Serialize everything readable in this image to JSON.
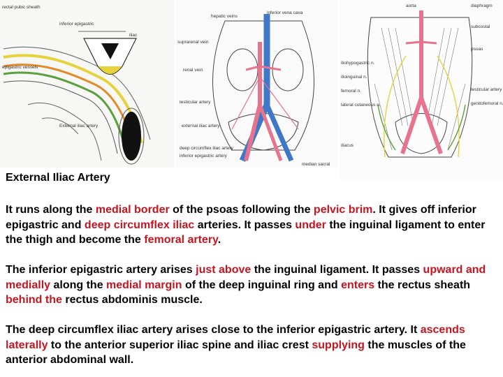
{
  "figures": {
    "fig1": {
      "labels": [
        "rectal pubic sheath",
        "inferior epigastric",
        "epigastric vessels",
        "iliac"
      ],
      "caption": "External iliac artery"
    },
    "fig2": {
      "labels": {
        "hepatic_veins": "hepatic veins",
        "inferior_vena_cava": "inferior vena cava",
        "suprarenal_vein": "suprarenal vein",
        "renal_vein": "renal vein",
        "testicular_artery": "testicular artery",
        "external_iliac": "external iliac artery",
        "deep_circumflex": "deep circumflex iliac artery",
        "inferior_epigastric": "inferior epigastric artery",
        "median_sacral": "median sacral"
      }
    },
    "fig3": {
      "labels": {
        "aorta": "aorta",
        "diaphragm": "diaphragm",
        "subcostal": "subcostal",
        "psoas": "psoas",
        "iliohypogastric": "iliohypogastric n.",
        "ilioinguinal": "ilioinguinal n.",
        "femoral": "femoral n.",
        "lateral_cutaneous": "lateral cutaneous n.",
        "testicular": "testicular artery",
        "genitofemoral": "genitofemoral n.",
        "iliacus": "iliacus"
      }
    }
  },
  "content": {
    "title": "External Iliac Artery",
    "p1": [
      {
        "t": "It runs along the ",
        "hl": false
      },
      {
        "t": "medial border",
        "hl": true
      },
      {
        "t": " of the psoas following the ",
        "hl": false
      },
      {
        "t": "pelvic brim",
        "hl": true
      },
      {
        "t": ". It gives off inferior epigastric and ",
        "hl": false
      },
      {
        "t": "deep circumflex iliac",
        "hl": true
      },
      {
        "t": " arteries. It passes ",
        "hl": false
      },
      {
        "t": "under",
        "hl": true
      },
      {
        "t": " the inguinal ligament to enter the thigh and become the ",
        "hl": false
      },
      {
        "t": "femoral artery",
        "hl": true
      },
      {
        "t": ".",
        "hl": false
      }
    ],
    "p2": [
      {
        "t": "The inferior epigastric artery arises ",
        "hl": false
      },
      {
        "t": "just above",
        "hl": true
      },
      {
        "t": " the inguinal ligament. It passes ",
        "hl": false
      },
      {
        "t": "upward and medially",
        "hl": true
      },
      {
        "t": " along the ",
        "hl": false
      },
      {
        "t": "medial margin",
        "hl": true
      },
      {
        "t": " of the deep inguinal ring and ",
        "hl": false
      },
      {
        "t": "enters",
        "hl": true
      },
      {
        "t": " the rectus sheath ",
        "hl": false
      },
      {
        "t": "behind the",
        "hl": true
      },
      {
        "t": " rectus abdominis muscle.",
        "hl": false
      }
    ],
    "p3": [
      {
        "t": "The deep circumflex iliac artery arises close to the inferior epigastric artery. It ",
        "hl": false
      },
      {
        "t": "ascends laterally",
        "hl": true
      },
      {
        "t": " to the anterior superior iliac spine and iliac crest ",
        "hl": false
      },
      {
        "t": "supplying",
        "hl": true
      },
      {
        "t": " the muscles of the anterior abdominal wall.",
        "hl": false
      }
    ]
  },
  "colors": {
    "highlight": "#c8141e",
    "artery": "#e8738c",
    "vein": "#3f78c8",
    "nerve_yellow": "#e6d23c",
    "nerve_green": "#5aa03c",
    "vessel_orange": "#e08c2a"
  }
}
